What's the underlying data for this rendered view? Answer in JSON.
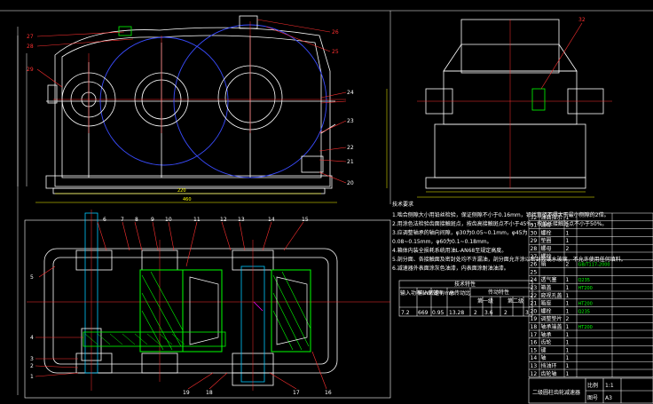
{
  "colors": {
    "background": "#000000",
    "outline": "#ffffff",
    "gear_circle": "#3a4cff",
    "center_line": "#ff3030",
    "leader": "#ff3030",
    "hatch": "#00ff00",
    "shaft": "#00c8ff",
    "dimension": "#ffff00",
    "seal": "#ff00ff"
  },
  "top_view_callouts": [
    "27",
    "28",
    "29",
    "26",
    "25",
    "24",
    "23",
    "22",
    "21",
    "20"
  ],
  "side_view_callouts": [
    "32"
  ],
  "plan_view_callouts_top": [
    "6",
    "7",
    "8",
    "9",
    "10",
    "11",
    "12",
    "13",
    "14",
    "15"
  ],
  "plan_view_callouts_bottom": [
    "19",
    "18",
    "17",
    "16"
  ],
  "plan_view_callouts_left": [
    "5",
    "4",
    "3",
    "2",
    "1"
  ],
  "dims": {
    "width_main": "220",
    "width_total": "460"
  },
  "tech_requirements": {
    "heading": "技术要求",
    "lines": [
      "1.啮合侧隙大小用铅丝检验，保证侧隙不小于0.16mm，铅丝直径不得大于最小侧隙的2倍。",
      "2.用涂色法检验齿面接触斑点，按齿高接触斑点不小于45%，按齿长接触斑点不小于50%。",
      "3.应调整轴承的轴向间隙，φ30为0.05~0.1mm，φ45为",
      "0.08~0.15mm，φ60为0.1~0.18mm。",
      "4.箱体内装全损耗系统用油L-AN68至规定高度。",
      "5.剖分面、各接触面及密封处均不许漏油，剖分面允许涂以密封胶或水玻璃，不允许使用任何填料。",
      "6.减速器外表面涂灰色油漆，内表面涂耐油油漆。"
    ]
  },
  "char_table": {
    "title": "技术特性",
    "headers": [
      "输入功率 kW",
      "输入转速 r/min",
      "效率",
      "总传动比",
      "传动特性"
    ],
    "sub_headers": [
      "第一级",
      "第二级"
    ],
    "row": [
      "7.2",
      "669",
      "0.95",
      "13.28",
      "2",
      "3.6",
      "2",
      "3"
    ]
  },
  "bom": {
    "rows": [
      [
        "32",
        "油面指示",
        "1",
        "",
        ""
      ],
      [
        "31",
        "油标",
        "2",
        "",
        ""
      ],
      [
        "30",
        "螺栓",
        "1",
        "",
        ""
      ],
      [
        "29",
        "垫圈",
        "1",
        "",
        ""
      ],
      [
        "28",
        "螺母",
        "2",
        "",
        ""
      ],
      [
        "27",
        "螺栓",
        "",
        "",
        ""
      ],
      [
        "26",
        "销",
        "2",
        "GB/T117-2000",
        ""
      ],
      [
        "25",
        "",
        "",
        "",
        ""
      ],
      [
        "24",
        "透气塞",
        "1",
        "Q235",
        ""
      ],
      [
        "23",
        "箱盖",
        "1",
        "HT200",
        ""
      ],
      [
        "22",
        "窥视孔盖",
        "1",
        "",
        ""
      ],
      [
        "21",
        "箱座",
        "1",
        "HT200",
        ""
      ],
      [
        "20",
        "螺栓",
        "1",
        "Q235",
        ""
      ],
      [
        "19",
        "调整垫片",
        "2",
        "",
        ""
      ],
      [
        "18",
        "轴承端盖",
        "1",
        "HT200",
        ""
      ],
      [
        "17",
        "轴承",
        "1",
        "",
        ""
      ],
      [
        "16",
        "齿轮",
        "1",
        "",
        ""
      ],
      [
        "15",
        "键",
        "1",
        "",
        ""
      ],
      [
        "14",
        "轴",
        "1",
        "",
        ""
      ],
      [
        "13",
        "挡油环",
        "1",
        "",
        ""
      ],
      [
        "12",
        "齿轮轴",
        "1",
        "",
        ""
      ]
    ],
    "title_block": {
      "name": "二级圆柱齿轮减速器",
      "scale_label": "比例",
      "scale": "1:1",
      "sheet_label": "图号",
      "size": "A3"
    }
  }
}
